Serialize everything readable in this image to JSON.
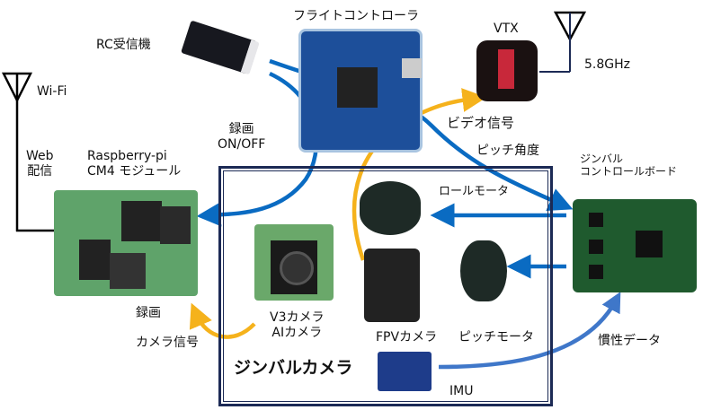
{
  "labels": {
    "rc_receiver": "RC受信機",
    "flight_controller": "フライトコントローラ",
    "vtx": "VTX",
    "freq": "5.8GHz",
    "wifi": "Wi-Fi",
    "web_line1": "Web",
    "web_line2": "配信",
    "rpi_line1": "Raspberry-pi",
    "rpi_line2": "CM4 モジュール",
    "rec_line1": "録画",
    "rec_line2": "ON/OFF",
    "video_signal": "ビデオ信号",
    "pitch_angle": "ピッチ角度",
    "gimbal_board_line1": "ジンバル",
    "gimbal_board_line2": "コントロールボード",
    "roll_motor": "ロールモータ",
    "v3_line1": "V3カメラ",
    "v3_line2": "AIカメラ",
    "fpv_camera": "FPVカメラ",
    "pitch_motor": "ピッチモータ",
    "inertial_data": "慣性データ",
    "recording": "録画",
    "camera_signal": "カメラ信号",
    "gimbal_camera": "ジンバルカメラ",
    "imu": "IMU"
  },
  "colors": {
    "blue_arrow": "#0a6bc2",
    "yellow_arrow": "#f5b21c",
    "frame": "#1c2a55"
  }
}
